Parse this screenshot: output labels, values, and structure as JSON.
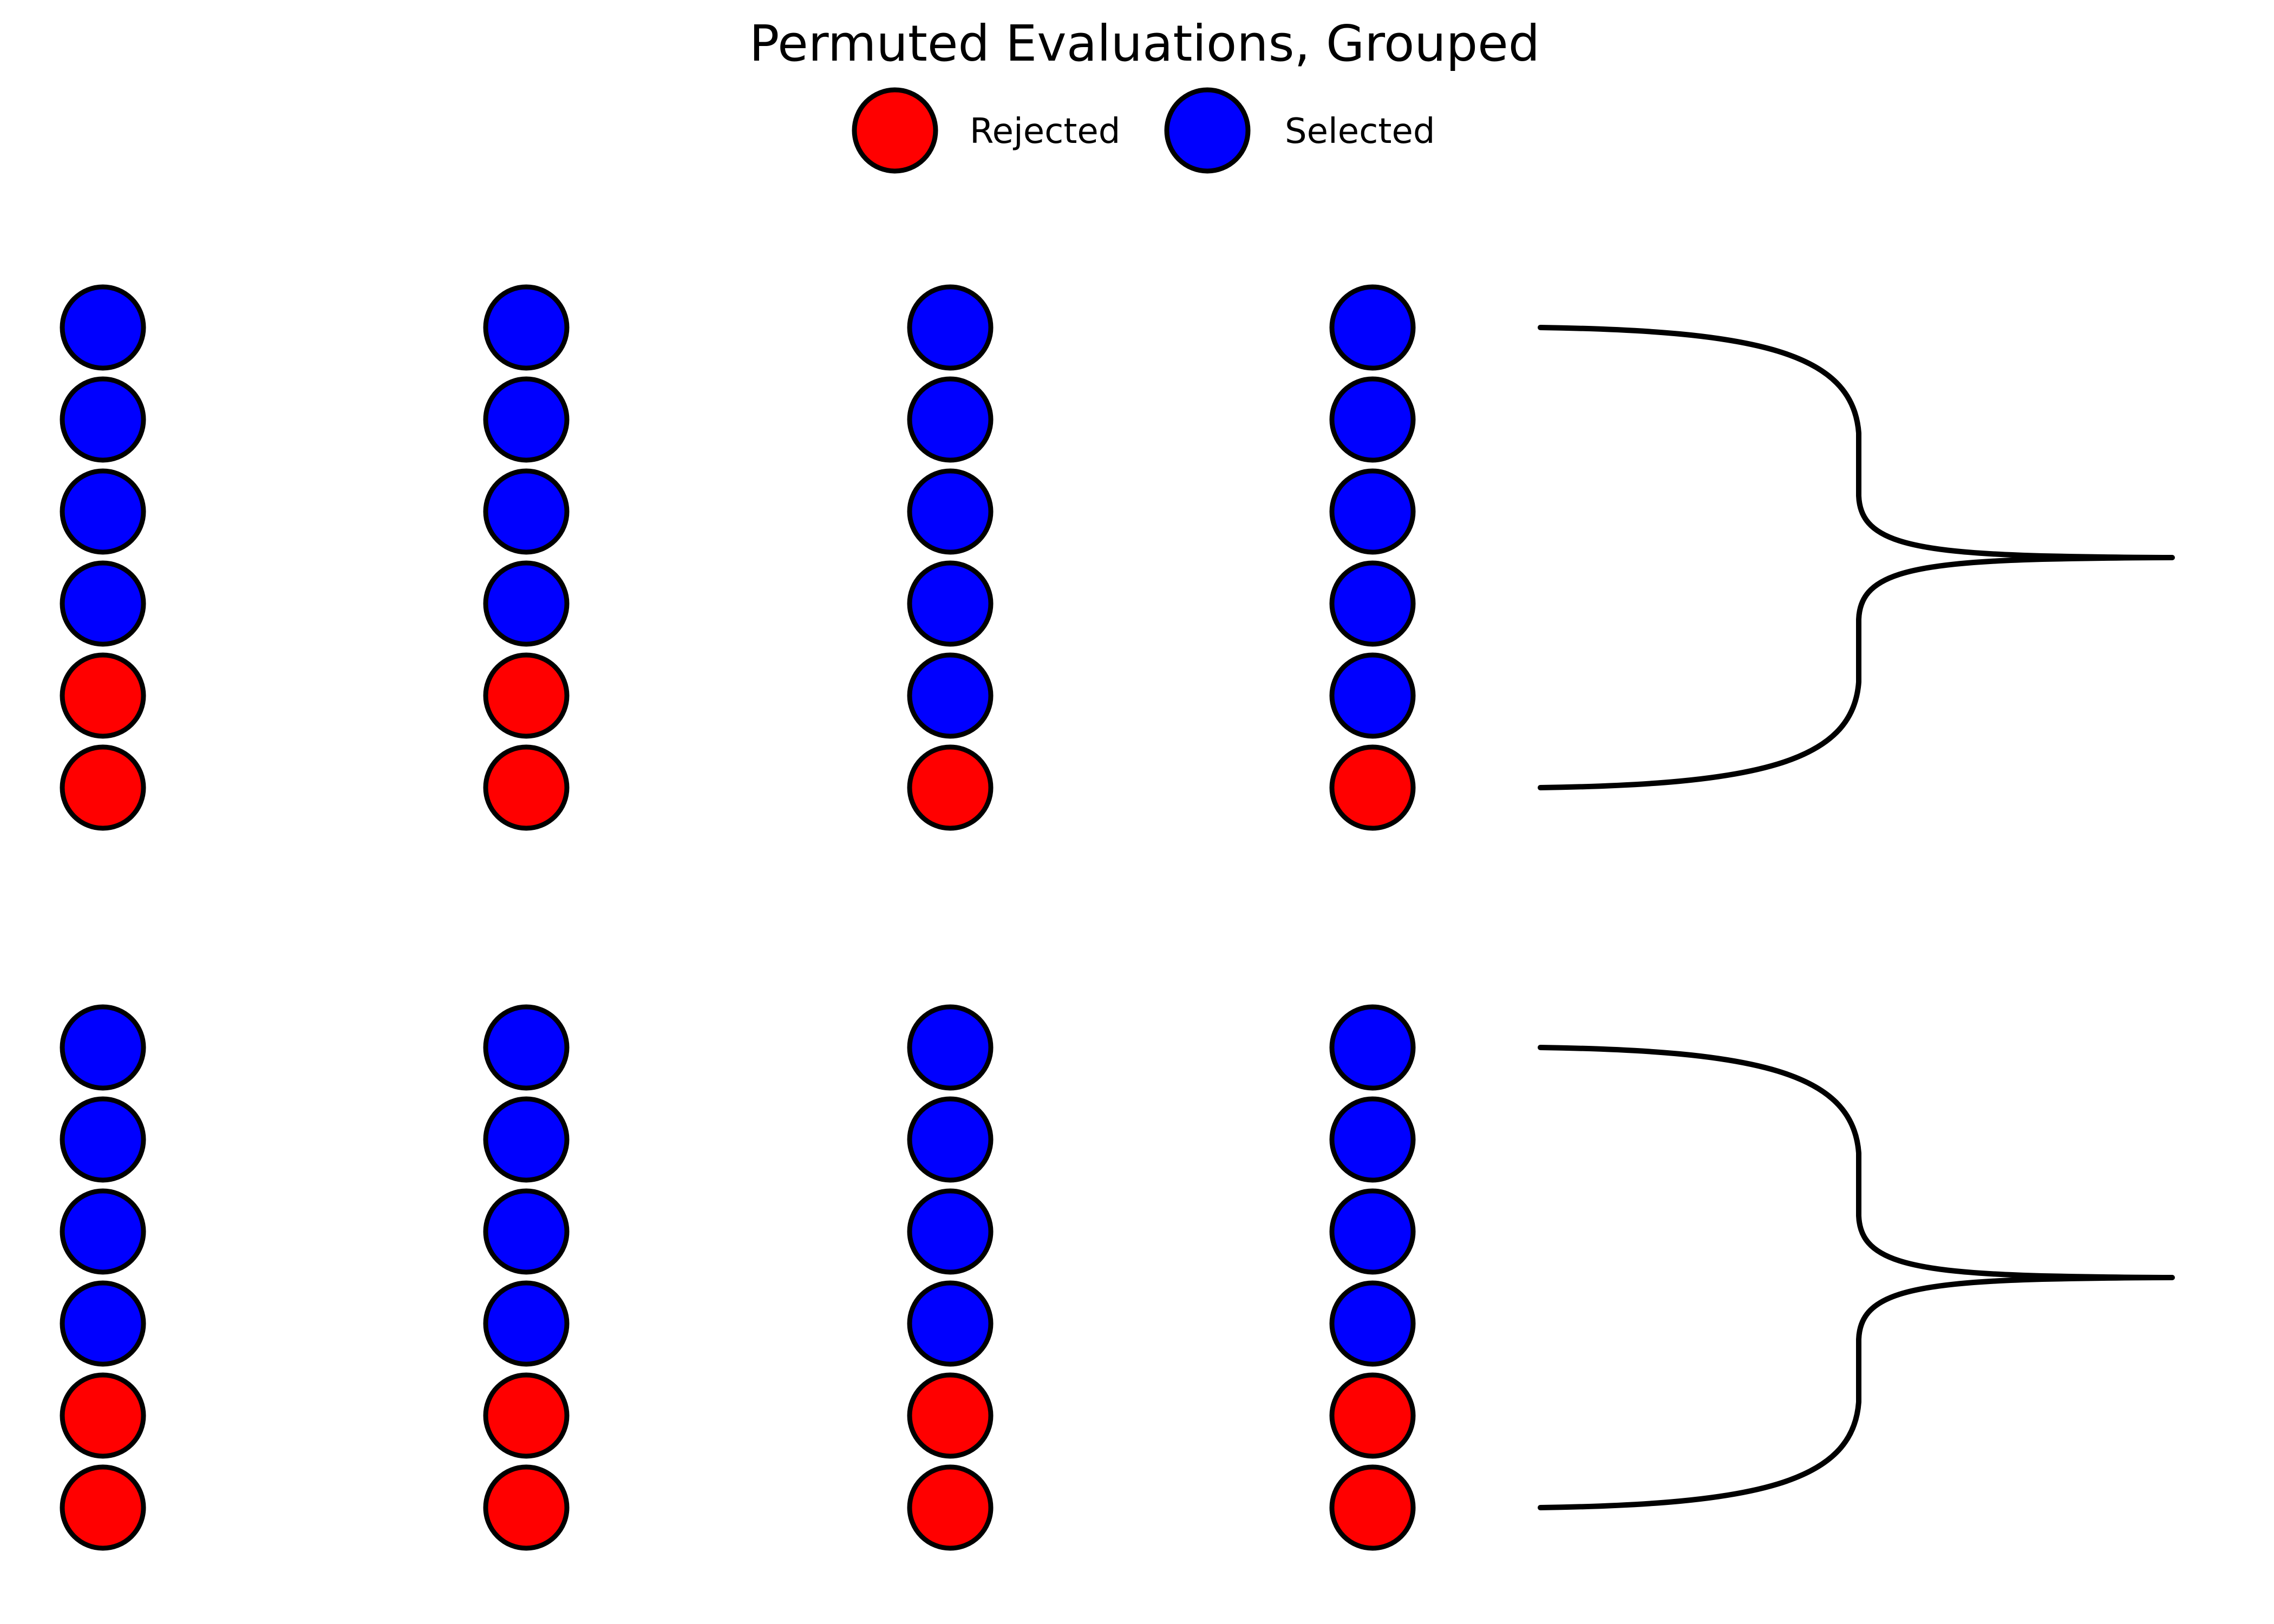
{
  "title": "Permuted Evaluations, Grouped",
  "legend": {
    "items": [
      {
        "id": "rejected",
        "label": "Rejected",
        "color": "#ff0000"
      },
      {
        "id": "selected",
        "label": "Selected",
        "color": "#0000ff"
      }
    ]
  },
  "colors": {
    "rejected": "#ff0000",
    "selected": "#0000ff",
    "outline": "#000000",
    "brace": "#000000",
    "background": "#ffffff"
  },
  "groups": [
    {
      "id": "group-1",
      "columns": [
        [
          "selected",
          "selected",
          "selected",
          "selected",
          "rejected",
          "rejected"
        ],
        [
          "selected",
          "selected",
          "selected",
          "selected",
          "rejected",
          "rejected"
        ],
        [
          "selected",
          "selected",
          "selected",
          "selected",
          "selected",
          "rejected"
        ],
        [
          "selected",
          "selected",
          "selected",
          "selected",
          "selected",
          "rejected"
        ]
      ]
    },
    {
      "id": "group-2",
      "columns": [
        [
          "selected",
          "selected",
          "selected",
          "selected",
          "rejected",
          "rejected"
        ],
        [
          "selected",
          "selected",
          "selected",
          "selected",
          "rejected",
          "rejected"
        ],
        [
          "selected",
          "selected",
          "selected",
          "selected",
          "rejected",
          "rejected"
        ],
        [
          "selected",
          "selected",
          "selected",
          "selected",
          "rejected",
          "rejected"
        ]
      ]
    }
  ]
}
